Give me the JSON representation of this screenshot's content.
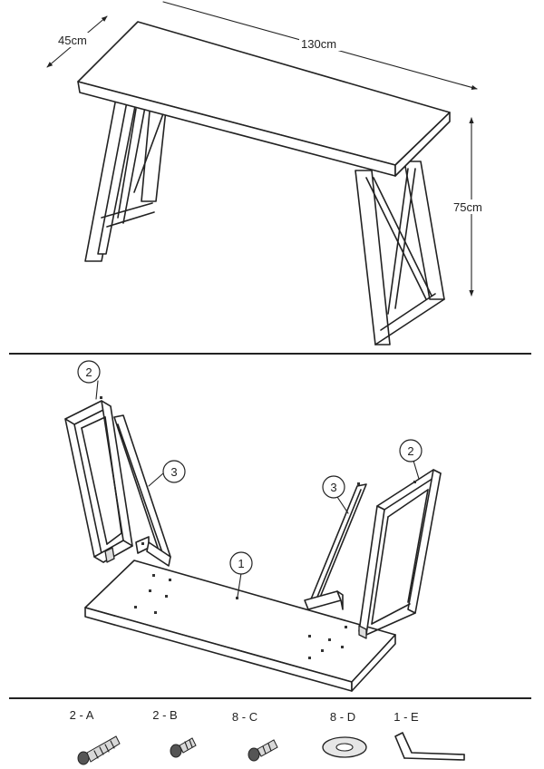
{
  "dimensions": {
    "depth": "45cm",
    "width": "130cm",
    "height": "75cm"
  },
  "parts": [
    {
      "number": "1"
    },
    {
      "number": "2"
    },
    {
      "number": "3"
    }
  ],
  "hardware": [
    {
      "label": "2 - A"
    },
    {
      "label": "2 - B"
    },
    {
      "label": "8 - C"
    },
    {
      "label": "8 - D"
    },
    {
      "label": "1 - E"
    }
  ]
}
